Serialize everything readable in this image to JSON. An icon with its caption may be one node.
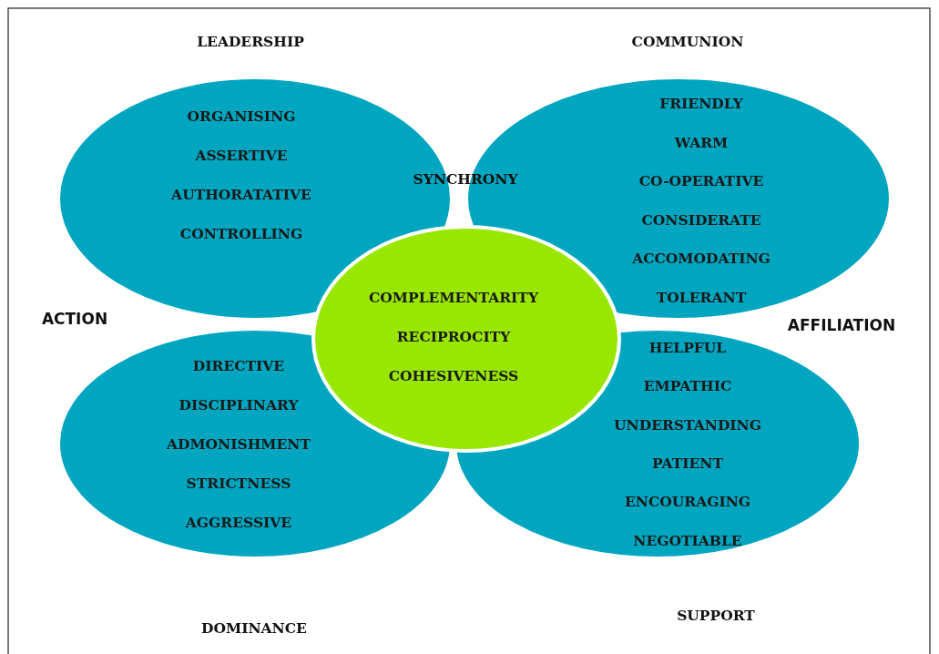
{
  "diagram": {
    "nodes": [
      {
        "text": [
          "ORGANISING",
          "ASSERTIVE",
          "AUTHORATATIVE",
          "CONTROLLING"
        ]
      },
      {
        "text": [
          "FRIENDLY",
          "WARM",
          "CO-OPERATIVE",
          "CONSIDERATE",
          "ACCOMODATING",
          "TOLERANT"
        ]
      },
      {
        "text": [
          "DIRECTIVE",
          "DISCIPLINARY",
          "ADMONISHMENT",
          "STRICTNESS",
          "AGGRESSIVE"
        ]
      },
      {
        "text": [
          "HELPFUL",
          "EMPATHIC",
          "UNDERSTANDING",
          "PATIENT",
          "ENCOURAGING",
          "NEGOTIABLE"
        ]
      },
      {
        "text": [
          "COMPLEMENTARITY",
          "RECIPROCITY",
          "COHESIVENESS"
        ]
      }
    ],
    "edges": [],
    "labels": [
      "LEADERSHIP",
      "COMMUNION",
      "SYNCHRONY",
      "ACTION",
      "AFFILIATION",
      "DOMINANCE",
      "SUPPORT"
    ]
  }
}
